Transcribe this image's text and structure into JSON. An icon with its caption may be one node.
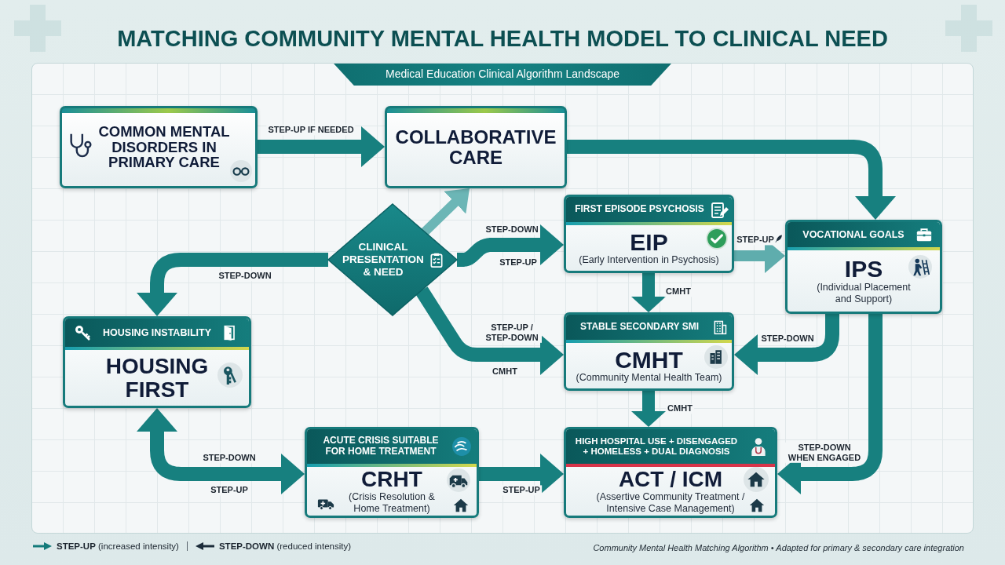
{
  "diagram": {
    "title": "MATCHING COMMUNITY MENTAL HEALTH MODEL TO CLINICAL NEED",
    "caption": "Community Mental Health Matching Algorithm • Adapted for primary & secondary care integration",
    "nodes": [
      {
        "text": [
          "COMMON MENTAL DISORDERS IN PRIMARY CARE"
        ]
      },
      {
        "text": [
          "COLLABORATIVE CARE"
        ]
      },
      {
        "text": [
          "CLINICAL PRESENTATION & NEED"
        ]
      },
      {
        "text": [
          "FIRST EPISODE PSYCHOSIS",
          "EIP",
          "(Early Intervention in Psychosis)"
        ]
      },
      {
        "text": [
          "VOCATIONAL GOALS",
          "IPS",
          "(Individual Placement and Support)"
        ]
      },
      {
        "text": [
          "HOUSING INSTABILITY",
          "HOUSING FIRST"
        ]
      },
      {
        "text": [
          "STABLE SECONDARY SMI",
          "CMHT",
          "(Community Mental Health Team)"
        ]
      },
      {
        "text": [
          "ACUTE CRISIS SUITABLE FOR HOME TREATMENT",
          "CRHT",
          "(Crisis Resolution & Home Treatment)"
        ]
      },
      {
        "text": [
          "HIGH HOSPITAL USE + DISENGAGED + HOMELESS + DUAL DIAGNOSIS",
          "ACT / ICM",
          "(Assertive Community Treatment / Intensive Case Management)"
        ]
      }
    ],
    "edges": [
      {
        "from": 0,
        "to": 1,
        "arrow": "to",
        "label": "STEP-UP IF NEEDED"
      },
      {
        "from": 1,
        "to": 4,
        "arrow": "to"
      },
      {
        "from": 2,
        "to": 1,
        "arrow": "to",
        "color": "#6cb6b6"
      },
      {
        "from": 2,
        "to": 3,
        "arrow": "to",
        "label": "STEP-DOWN"
      },
      {
        "from": 2,
        "to": 5,
        "arrow": "to",
        "label": "STEP-DOWN"
      },
      {
        "from": 2,
        "to": 6,
        "arrow": "to",
        "label": "STEP-UP / STEP-DOWN"
      },
      {
        "from": 3,
        "to": 6,
        "arrow": "to",
        "label": "CMHT"
      },
      {
        "from": 3,
        "to": 4,
        "arrow": "to",
        "label": "STEP-UP",
        "color": "#5fadad"
      },
      {
        "from": 4,
        "to": 6,
        "arrow": "to",
        "label": "STEP-DOWN"
      },
      {
        "from": 6,
        "to": 8,
        "arrow": "to",
        "label": "CMHT"
      },
      {
        "from": 4,
        "to": 8,
        "arrow": "to",
        "label": "STEP-DOWN WHEN ENGAGED"
      },
      {
        "from": 5,
        "to": 7,
        "arrow": "both",
        "label": "STEP-DOWN"
      },
      {
        "from": 7,
        "to": 8,
        "arrow": "to",
        "label": "STEP-UP"
      }
    ],
    "labels": [
      "Medical Education Clinical Algorithm Landscape",
      "STEP-UP",
      "CMHT",
      "STEP-UP"
    ],
    "legend": [
      {
        "text": "**STEP-UP** (increased intensity)"
      },
      {
        "text": "**STEP-DOWN** (reduced intensity)"
      }
    ]
  }
}
